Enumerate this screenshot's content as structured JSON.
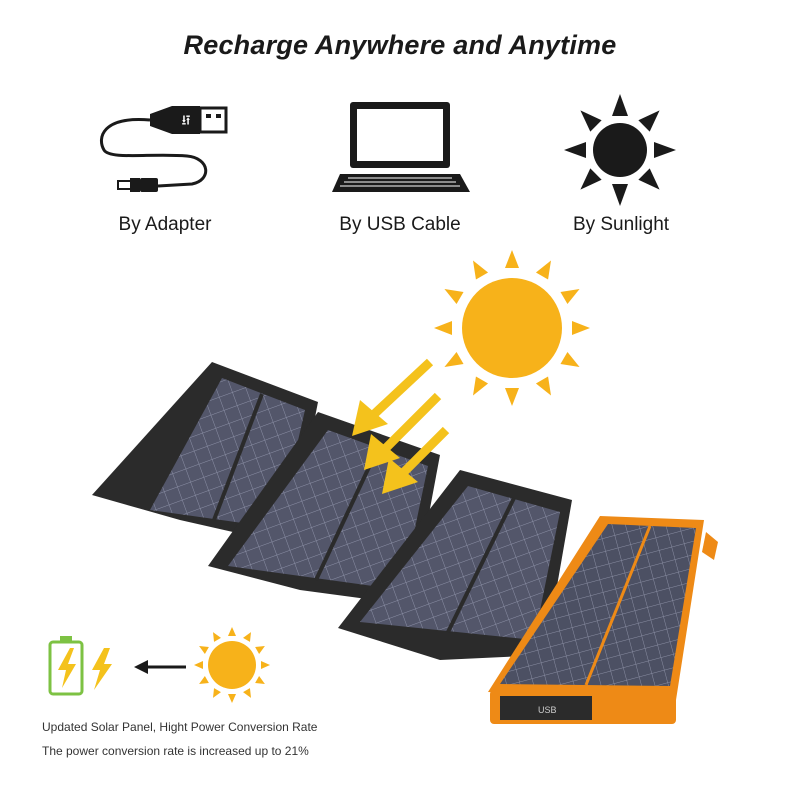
{
  "header": {
    "title": "Recharge Anywhere and Anytime"
  },
  "methods": [
    {
      "label": "By Adapter",
      "icon": "usb-cable-icon"
    },
    {
      "label": "By USB Cable",
      "icon": "laptop-icon"
    },
    {
      "label": "By Sunlight",
      "icon": "sun-icon"
    }
  ],
  "panel": {
    "usb_label": "USB"
  },
  "captions": {
    "line1": "Updated Solar Panel, Hight Power Conversion Rate",
    "line2": "The power conversion rate is increased up to 21%"
  },
  "colors": {
    "sun": "#f7b21a",
    "arrow": "#f4c21c",
    "frame": "#ee8a16",
    "panel_frame": "#2b2b2b",
    "cell": "#53566a",
    "battery": "#7dc243"
  }
}
